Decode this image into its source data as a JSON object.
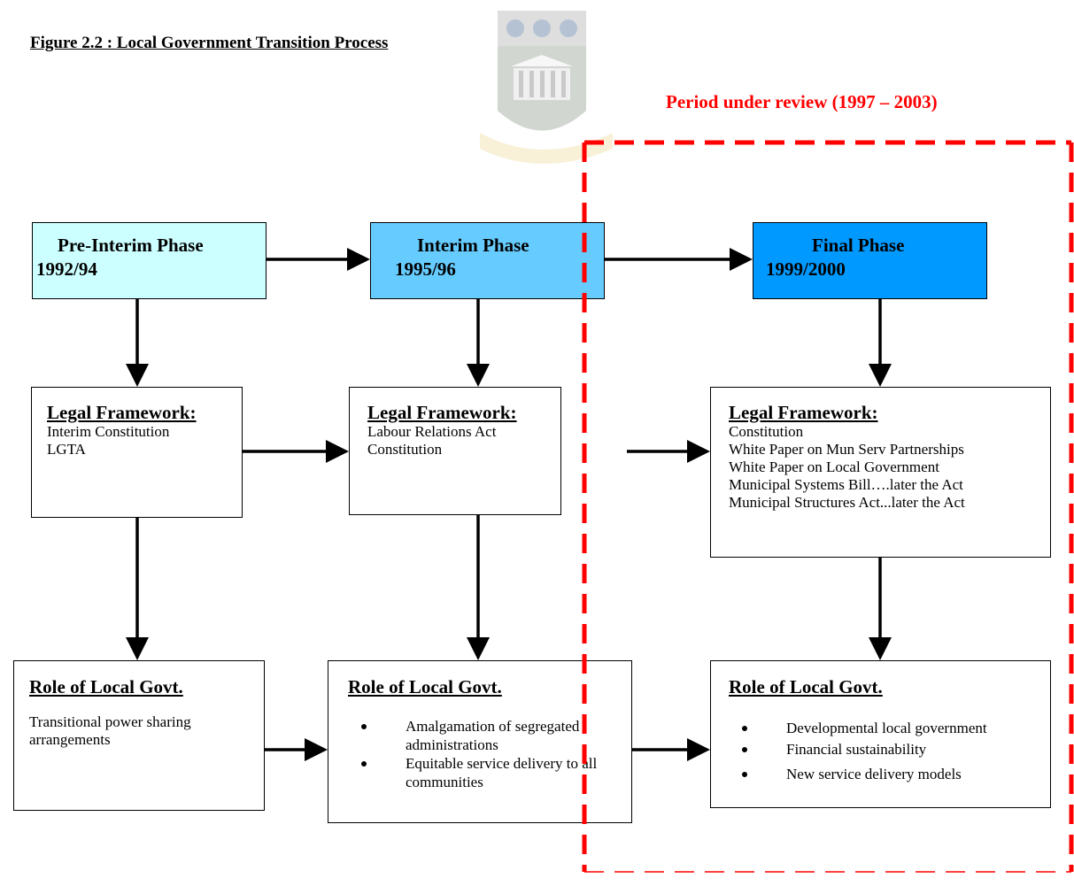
{
  "figure_title": "Figure 2.2 : Local Government Transition Process",
  "period_label": "Period under review (1997 – 2003)",
  "phases": [
    {
      "name": "Pre-Interim Phase",
      "year": "1992/94",
      "color": "#ccffff",
      "legal_header": "Legal Framework:",
      "legal_items": [
        "Interim Constitution",
        "LGTA"
      ],
      "role_header": "Role of Local Govt.",
      "role_text": "Transitional power sharing arrangements",
      "role_items": []
    },
    {
      "name": "Interim Phase",
      "year": "1995/96",
      "color": "#66ccff",
      "legal_header": "Legal Framework:",
      "legal_items": [
        "Labour Relations Act",
        "Constitution"
      ],
      "role_header": "Role of Local Govt.",
      "role_text": "",
      "role_items": [
        "Amalgamation of segregated administrations",
        "Equitable service delivery to all communities"
      ]
    },
    {
      "name": "Final Phase",
      "year": "1999/2000",
      "color": "#0099ff",
      "legal_header": "Legal Framework:",
      "legal_items": [
        "Constitution",
        "White Paper on Mun Serv Partnerships",
        "White Paper on Local Government",
        "Municipal Systems Bill….later the Act",
        "Municipal Structures Act...later the Act"
      ],
      "role_header": "Role of Local Govt.",
      "role_text": "",
      "role_items": [
        "Developmental local government",
        "Financial sustainability",
        "New service delivery models"
      ]
    }
  ]
}
